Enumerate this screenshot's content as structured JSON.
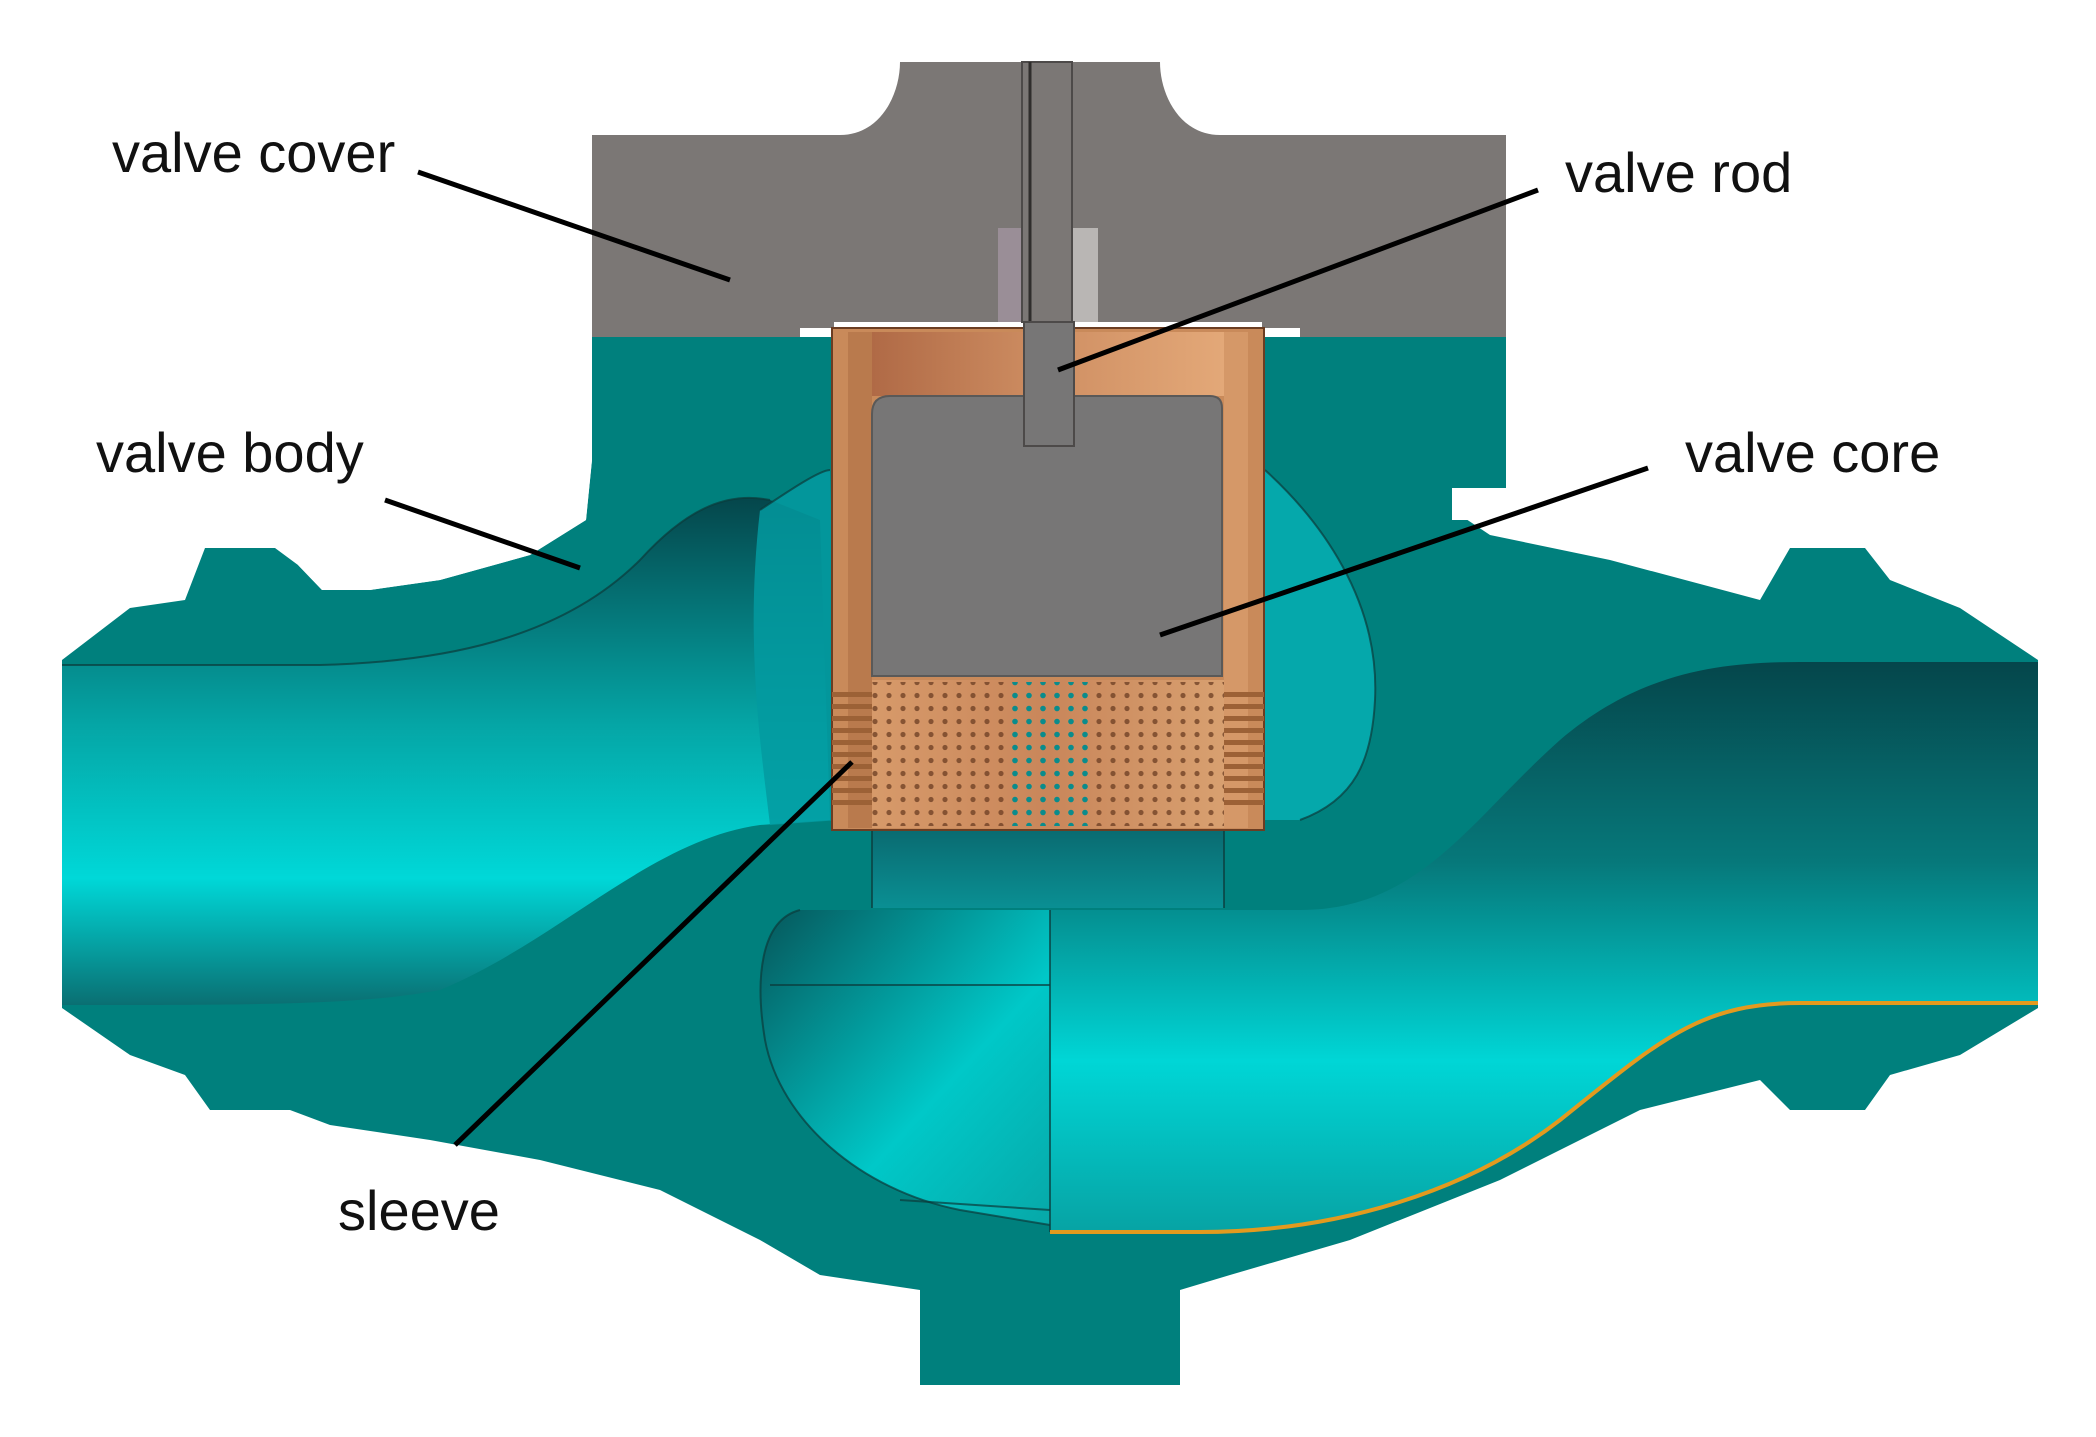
{
  "labels": {
    "valve_cover": "valve cover",
    "valve_rod": "valve rod",
    "valve_body": "valve body",
    "valve_core": "valve core",
    "sleeve": "sleeve"
  },
  "colors": {
    "body": "#00807d",
    "passage_dark": "#06454a",
    "passage_light": "#00d6d6",
    "cover": "#7b7775",
    "core": "#777676",
    "sleeve": "#c98a5a",
    "sleeve_dark": "#9c6136",
    "orange_line": "#e39a1e",
    "label": "#111111"
  }
}
